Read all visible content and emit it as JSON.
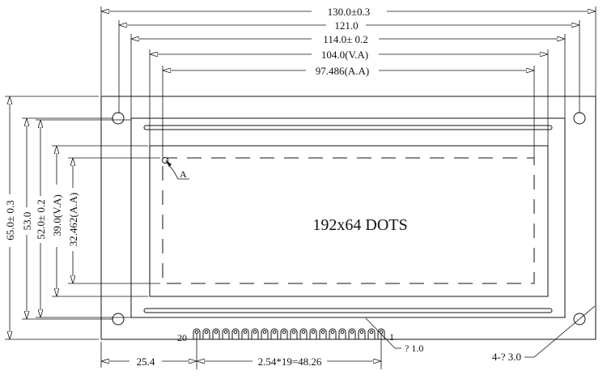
{
  "drawing": {
    "dimensions_horizontal": {
      "overall_width": "130.0±0.3",
      "hole_pitch_x": "121.0",
      "bezel_width": "114.0± 0.2",
      "view_area_width": "104.0(V.A)",
      "active_area_width": "97.486(A.A)"
    },
    "dimensions_vertical": {
      "overall_height": "65.0± 0.3",
      "hole_pitch_y": "53.0",
      "bezel_height": "52.0± 0.2",
      "view_area_height": "39.0(V.A)",
      "active_area_height": "32.462(A.A)"
    },
    "display_label": "192x64 DOTS",
    "detail_marker": "A",
    "pins": {
      "count": 20,
      "first_label": "1",
      "last_label": "20",
      "pin_offset": "25.4",
      "pin_span": "2.54*19=48.26",
      "pin_hole_note": "? 1.0"
    },
    "mounting_hole_note": "4-? 3.0"
  }
}
